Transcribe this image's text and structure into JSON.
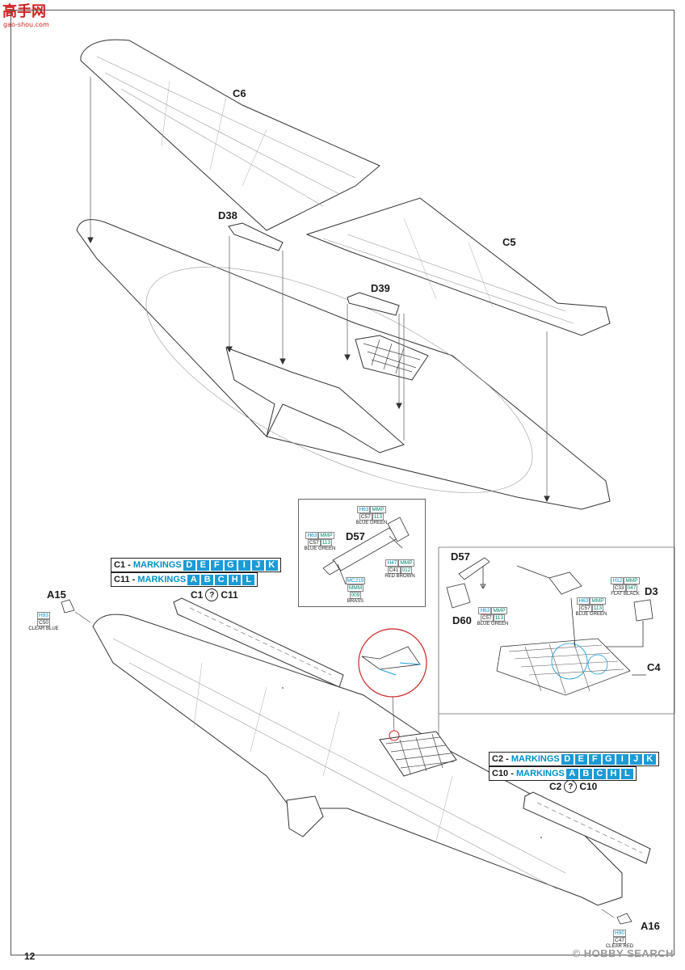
{
  "logo": {
    "text": "高手网",
    "subtext": "gao-shou.com"
  },
  "page_number": "12",
  "watermark": "© HOBBY SEARCH",
  "parts": {
    "c6": "C6",
    "c5": "C5",
    "d38": "D38",
    "d39": "D39",
    "a15": "A15",
    "a16": "A16",
    "c4": "C4",
    "d3": "D3",
    "d57_detail": "D57",
    "d57_inset": "D57",
    "d60": "D60"
  },
  "callouts": {
    "c1c11": {
      "left": "C1",
      "mid": "?",
      "right": "C11"
    },
    "c2c10": {
      "left": "C2",
      "mid": "?",
      "right": "C10"
    }
  },
  "markings": {
    "c1": {
      "label": "C1 - ",
      "word": "MARKINGS",
      "letters": [
        "D",
        "E",
        "F",
        "G",
        "I",
        "J",
        "K"
      ]
    },
    "c11": {
      "label": "C11 - ",
      "word": "MARKINGS",
      "letters": [
        "A",
        "B",
        "C",
        "H",
        "L"
      ]
    },
    "c2": {
      "label": "C2 - ",
      "word": "MARKINGS",
      "letters": [
        "D",
        "E",
        "F",
        "G",
        "I",
        "J",
        "K"
      ]
    },
    "c10": {
      "label": "C10 - ",
      "word": "MARKINGS",
      "letters": [
        "A",
        "B",
        "C",
        "H",
        "L"
      ]
    }
  },
  "paints": {
    "d57_top": {
      "h": "H63",
      "mmp": "MMP",
      "c": "C57",
      "n": "113",
      "name": "BLUE GREEN"
    },
    "d57_left": {
      "h": "H63",
      "mmp": "MMP",
      "c": "C57",
      "n": "113",
      "name": "BLUE GREEN"
    },
    "d57_red": {
      "h": "H47",
      "mmp": "MMP",
      "c": "C41",
      "n": "012",
      "name": "RED BROWN"
    },
    "d57_brass": {
      "a": "MC219",
      "b": "MMM",
      "c": "009",
      "name": "BRASS"
    },
    "a15": {
      "a": "H93",
      "b": "C50",
      "name": "CLEAR BLUE"
    },
    "a16": {
      "a": "H90",
      "b": "C47",
      "name": "CLEAR RED"
    },
    "d60": {
      "h": "H63",
      "mmp": "MMP",
      "c": "C57",
      "n": "113",
      "name": "BLUE GREEN"
    },
    "d3_black": {
      "h": "H12",
      "mmp": "MMP",
      "c": "C33",
      "n": "047",
      "name": "FLAT BLACK"
    },
    "d3_green": {
      "h": "H63",
      "mmp": "MMP",
      "c": "C57",
      "n": "113",
      "name": "BLUE GREEN"
    }
  },
  "colors": {
    "accent": "#1a9bd6",
    "paint_cyan": "#0090c8",
    "paint_green": "#00866b",
    "detail_circle": "#cc2222",
    "line": "#333333"
  }
}
